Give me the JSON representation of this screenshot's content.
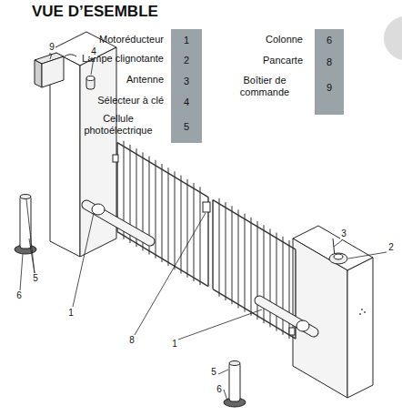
{
  "diagram": {
    "title": "VUE D’ESEMBLE",
    "labels": [
      "Motoréducteur",
      "1",
      "Lampe clignotante",
      "2",
      "Antenne",
      "3",
      "Sélecteur à clé",
      "4",
      "Cellule photoélectrique",
      "5",
      "Colonne",
      "6",
      "Pancarte",
      "8",
      "Boîtier de commande",
      "9",
      "9",
      "4",
      "5",
      "6",
      "1",
      "8",
      "1",
      "3",
      "2",
      "5",
      "6"
    ]
  }
}
